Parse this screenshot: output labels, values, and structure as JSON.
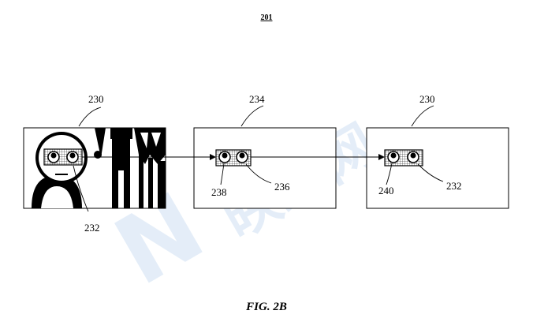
{
  "page_number": "201",
  "figure_caption": "FIG. 2B",
  "frames": [
    {
      "label": "230",
      "sub_labels": [
        "232"
      ]
    },
    {
      "label": "234",
      "sub_labels": [
        "238",
        "236"
      ]
    },
    {
      "label": "230",
      "sub_labels": [
        "240",
        "232"
      ]
    }
  ],
  "watermark": {
    "latin": "N",
    "chinese": "映维网"
  },
  "colors": {
    "line": "#000000",
    "watermark": "#cfe0f3"
  }
}
